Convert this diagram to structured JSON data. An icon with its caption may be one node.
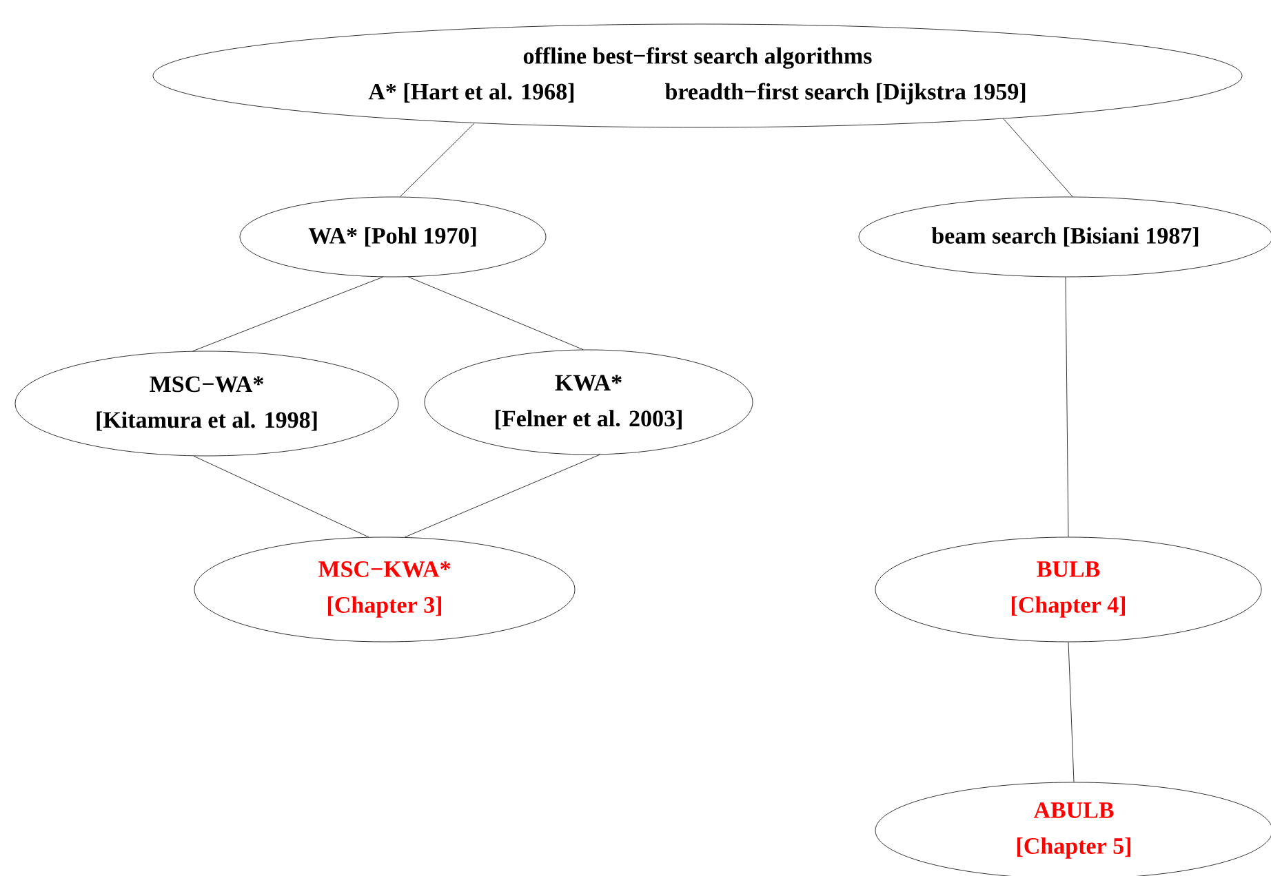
{
  "diagram": {
    "nodes": [
      {
        "text": [
          "offline best−first search algorithms",
          "A* [Hart et al. 1968]",
          "breadth−first search [Dijkstra 1959]"
        ]
      },
      {
        "text": [
          "WA* [Pohl 1970]"
        ]
      },
      {
        "text": [
          "beam search [Bisiani 1987]"
        ]
      },
      {
        "text": [
          "MSC−WA*",
          "[Kitamura et al. 1998]"
        ]
      },
      {
        "text": [
          "KWA*",
          "[Felner et al. 2003]"
        ]
      },
      {
        "text": [
          "MSC−KWA*",
          "[Chapter 3]"
        ]
      },
      {
        "text": [
          "BULB",
          "[Chapter 4]"
        ]
      },
      {
        "text": [
          "ABULB",
          "[Chapter 5]"
        ]
      }
    ],
    "edges": [
      {
        "from": 0,
        "to": 1,
        "arrow": "none"
      },
      {
        "from": 0,
        "to": 2,
        "arrow": "none"
      },
      {
        "from": 1,
        "to": 3,
        "arrow": "none"
      },
      {
        "from": 1,
        "to": 4,
        "arrow": "none"
      },
      {
        "from": 3,
        "to": 5,
        "arrow": "none"
      },
      {
        "from": 4,
        "to": 5,
        "arrow": "none"
      },
      {
        "from": 2,
        "to": 6,
        "arrow": "none"
      },
      {
        "from": 6,
        "to": 7,
        "arrow": "none"
      }
    ]
  }
}
